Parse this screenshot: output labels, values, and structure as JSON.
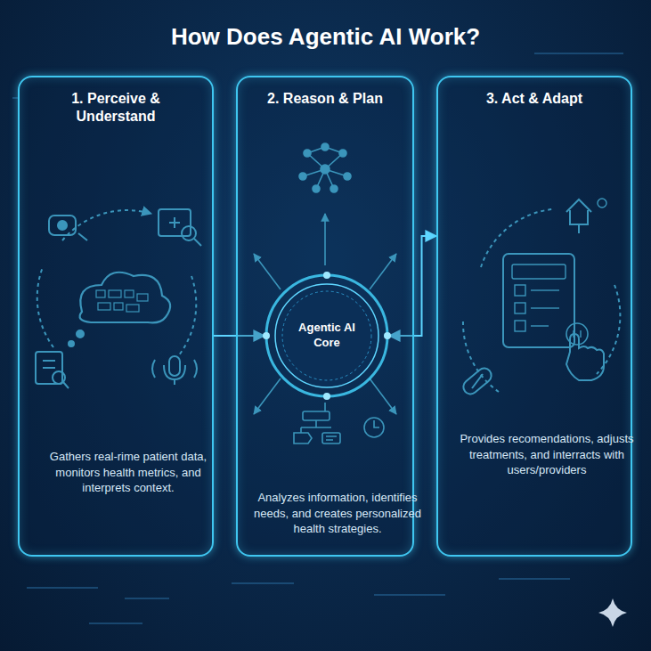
{
  "diagram": {
    "title": "How Does Agentic AI Work?",
    "nodes": [
      {
        "text": [
          "1. Perceive & Understand",
          "Gathers real-rime patient data, monitors health metrics, and interprets context."
        ]
      },
      {
        "text": [
          "2. Reason & Plan",
          "Analyzes information, identifies needs, and creates personalized health strategies."
        ]
      },
      {
        "text": [
          "3. Act & Adapt",
          "Provides recomendations, adjusts treatments, and interracts with users/providers"
        ]
      },
      {
        "text": [
          "Agentic AI Core"
        ],
        "in": 1
      }
    ],
    "edges": [
      {
        "from": 0,
        "to": 3,
        "arrow": "to"
      },
      {
        "from": 3,
        "to": 2,
        "arrow": "both"
      }
    ]
  }
}
